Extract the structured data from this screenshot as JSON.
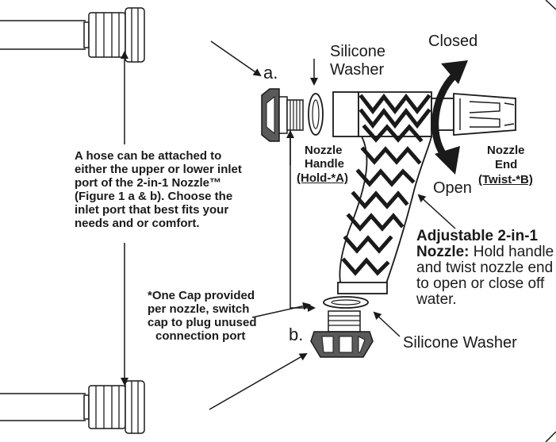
{
  "labels": {
    "a": "a.",
    "b": "b.",
    "silicone_washer_top": [
      "Silicone",
      "Washer"
    ],
    "closed": "Closed",
    "open": "Open",
    "nozzle_handle": [
      "Nozzle",
      "Handle",
      "(Hold-*A)"
    ],
    "nozzle_end": [
      "Nozzle",
      "End",
      "(Twist-*B)"
    ],
    "adjustable_title": [
      "Adjustable 2-in-1",
      "Nozzle:"
    ],
    "adjustable_body": [
      " Hold handle",
      "and twist nozzle end",
      "to open or close off",
      "water."
    ],
    "hose_note": [
      "A hose can be attached to",
      "either the upper or lower inlet",
      "port of the 2-in-1 Nozzle™",
      "(Figure 1 a & b). Choose the",
      "inlet port that best fits your",
      "needs and or comfort."
    ],
    "cap_note": [
      "*One Cap provided",
      "per nozzle, switch",
      "cap to plug unused",
      "connection port"
    ],
    "silicone_washer_bottom": "Silicone Washer"
  },
  "colors": {
    "ink": "#1a1a1a",
    "paper": "#ffffff",
    "shade": "#5a5a5a"
  },
  "icons": {
    "rotate_arrow": "curved-double-arrow",
    "pointer": "arrow"
  }
}
